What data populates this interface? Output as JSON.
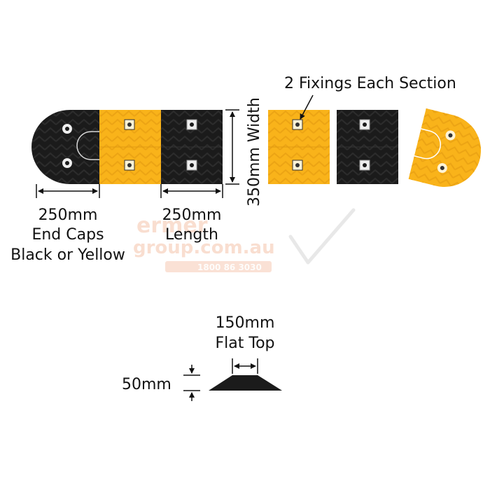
{
  "labels": {
    "fixings": "2 Fixings Each Section",
    "width": "350mm Width",
    "endcap_size": "250mm",
    "endcap_line1": "End Caps",
    "endcap_line2": "Black or Yellow",
    "length_size": "250mm",
    "length_word": "Length",
    "flat_top_size": "150mm",
    "flat_top_word": "Flat Top",
    "height": "50mm"
  },
  "watermark": {
    "line1": "ermer",
    "line2": "group.com.au",
    "phone": "1800 86 3030"
  },
  "colors": {
    "black": "#1b1b1b",
    "yellow": "#f9b31a",
    "text": "#111111"
  }
}
